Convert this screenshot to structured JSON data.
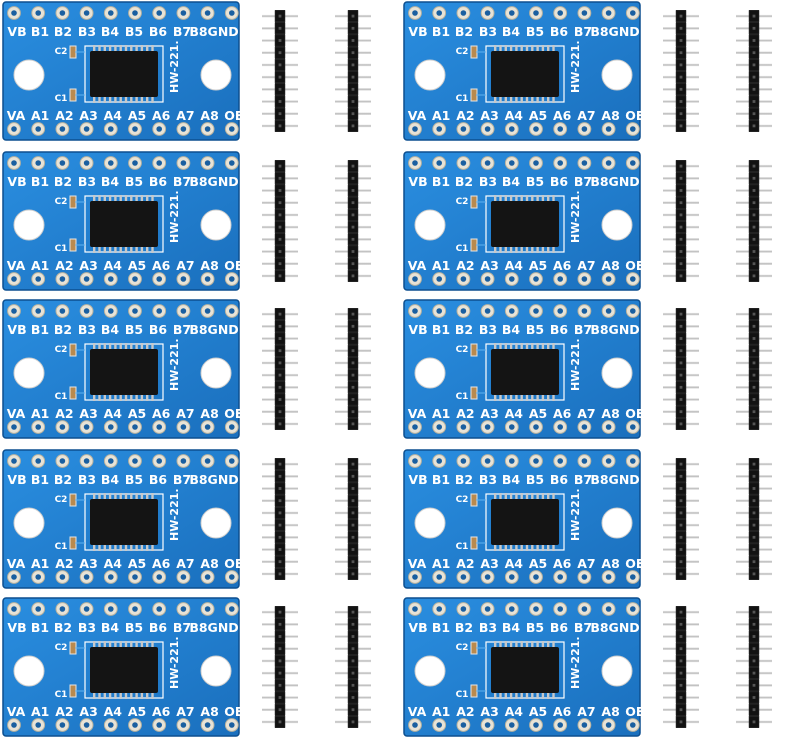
{
  "product": {
    "board_count": 10,
    "header_strip_count": 20,
    "pins_per_header": 10,
    "colors": {
      "pcb": "#1f7fd0",
      "pcb_edge": "#0d4f8f",
      "silkscreen": "#ffffff",
      "pad": "#e8e3d6",
      "chip": "#141414",
      "header_plastic": "#121212",
      "pin_metal": "#d0d0d0",
      "background": "#ffffff"
    }
  },
  "board": {
    "top_labels": [
      "VB",
      "B1",
      "B2",
      "B3",
      "B4",
      "B5",
      "B6",
      "B7",
      "B8GND"
    ],
    "bottom_labels": [
      "VA",
      "A1",
      "A2",
      "A3",
      "A4",
      "A5",
      "A6",
      "A7",
      "A8",
      "OE"
    ],
    "cap_top_label": "C2",
    "cap_bottom_label": "C1",
    "model_label": "HW-221."
  }
}
